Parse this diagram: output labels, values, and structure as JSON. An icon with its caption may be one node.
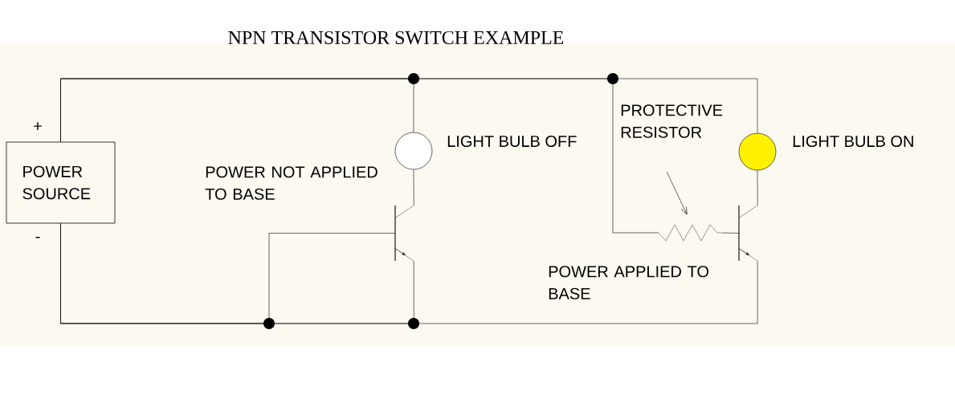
{
  "diagram": {
    "title": "NPN TRANSISTOR SWITCH EXAMPLE",
    "nodes": [
      {
        "text": [
          "POWER SOURCE"
        ]
      },
      {
        "text": [],
        "shape": "circle",
        "beside": [
          "LIGHT BULB OFF"
        ]
      },
      {
        "text": [],
        "shape": "picture"
      },
      {
        "text": [
          "PROTECTIVE RESISTOR"
        ]
      },
      {
        "text": [],
        "shape": "circle",
        "beside": [
          "LIGHT BULB ON"
        ]
      },
      {
        "text": [],
        "shape": "picture"
      },
      {
        "text": [],
        "shape": "picture"
      }
    ],
    "edges": [
      {
        "from": 0,
        "to": 1,
        "arrow": "none"
      },
      {
        "from": 1,
        "to": 2,
        "arrow": "none"
      },
      {
        "from": 2,
        "to": 0,
        "arrow": "none"
      },
      {
        "from": 2,
        "to": 0,
        "arrow": "none"
      },
      {
        "from": 0,
        "to": 5,
        "arrow": "none"
      },
      {
        "from": 0,
        "to": 4,
        "arrow": "none"
      },
      {
        "from": 5,
        "to": 6,
        "arrow": "none"
      },
      {
        "from": 4,
        "to": 6,
        "arrow": "none"
      },
      {
        "from": 6,
        "to": 0,
        "arrow": "none"
      },
      {
        "from": 3,
        "to": 5,
        "arrow": "to"
      }
    ],
    "labels": [
      "+",
      "-",
      "POWER NOT APPLIED TO BASE",
      "POWER APPLIED TO BASE"
    ]
  }
}
